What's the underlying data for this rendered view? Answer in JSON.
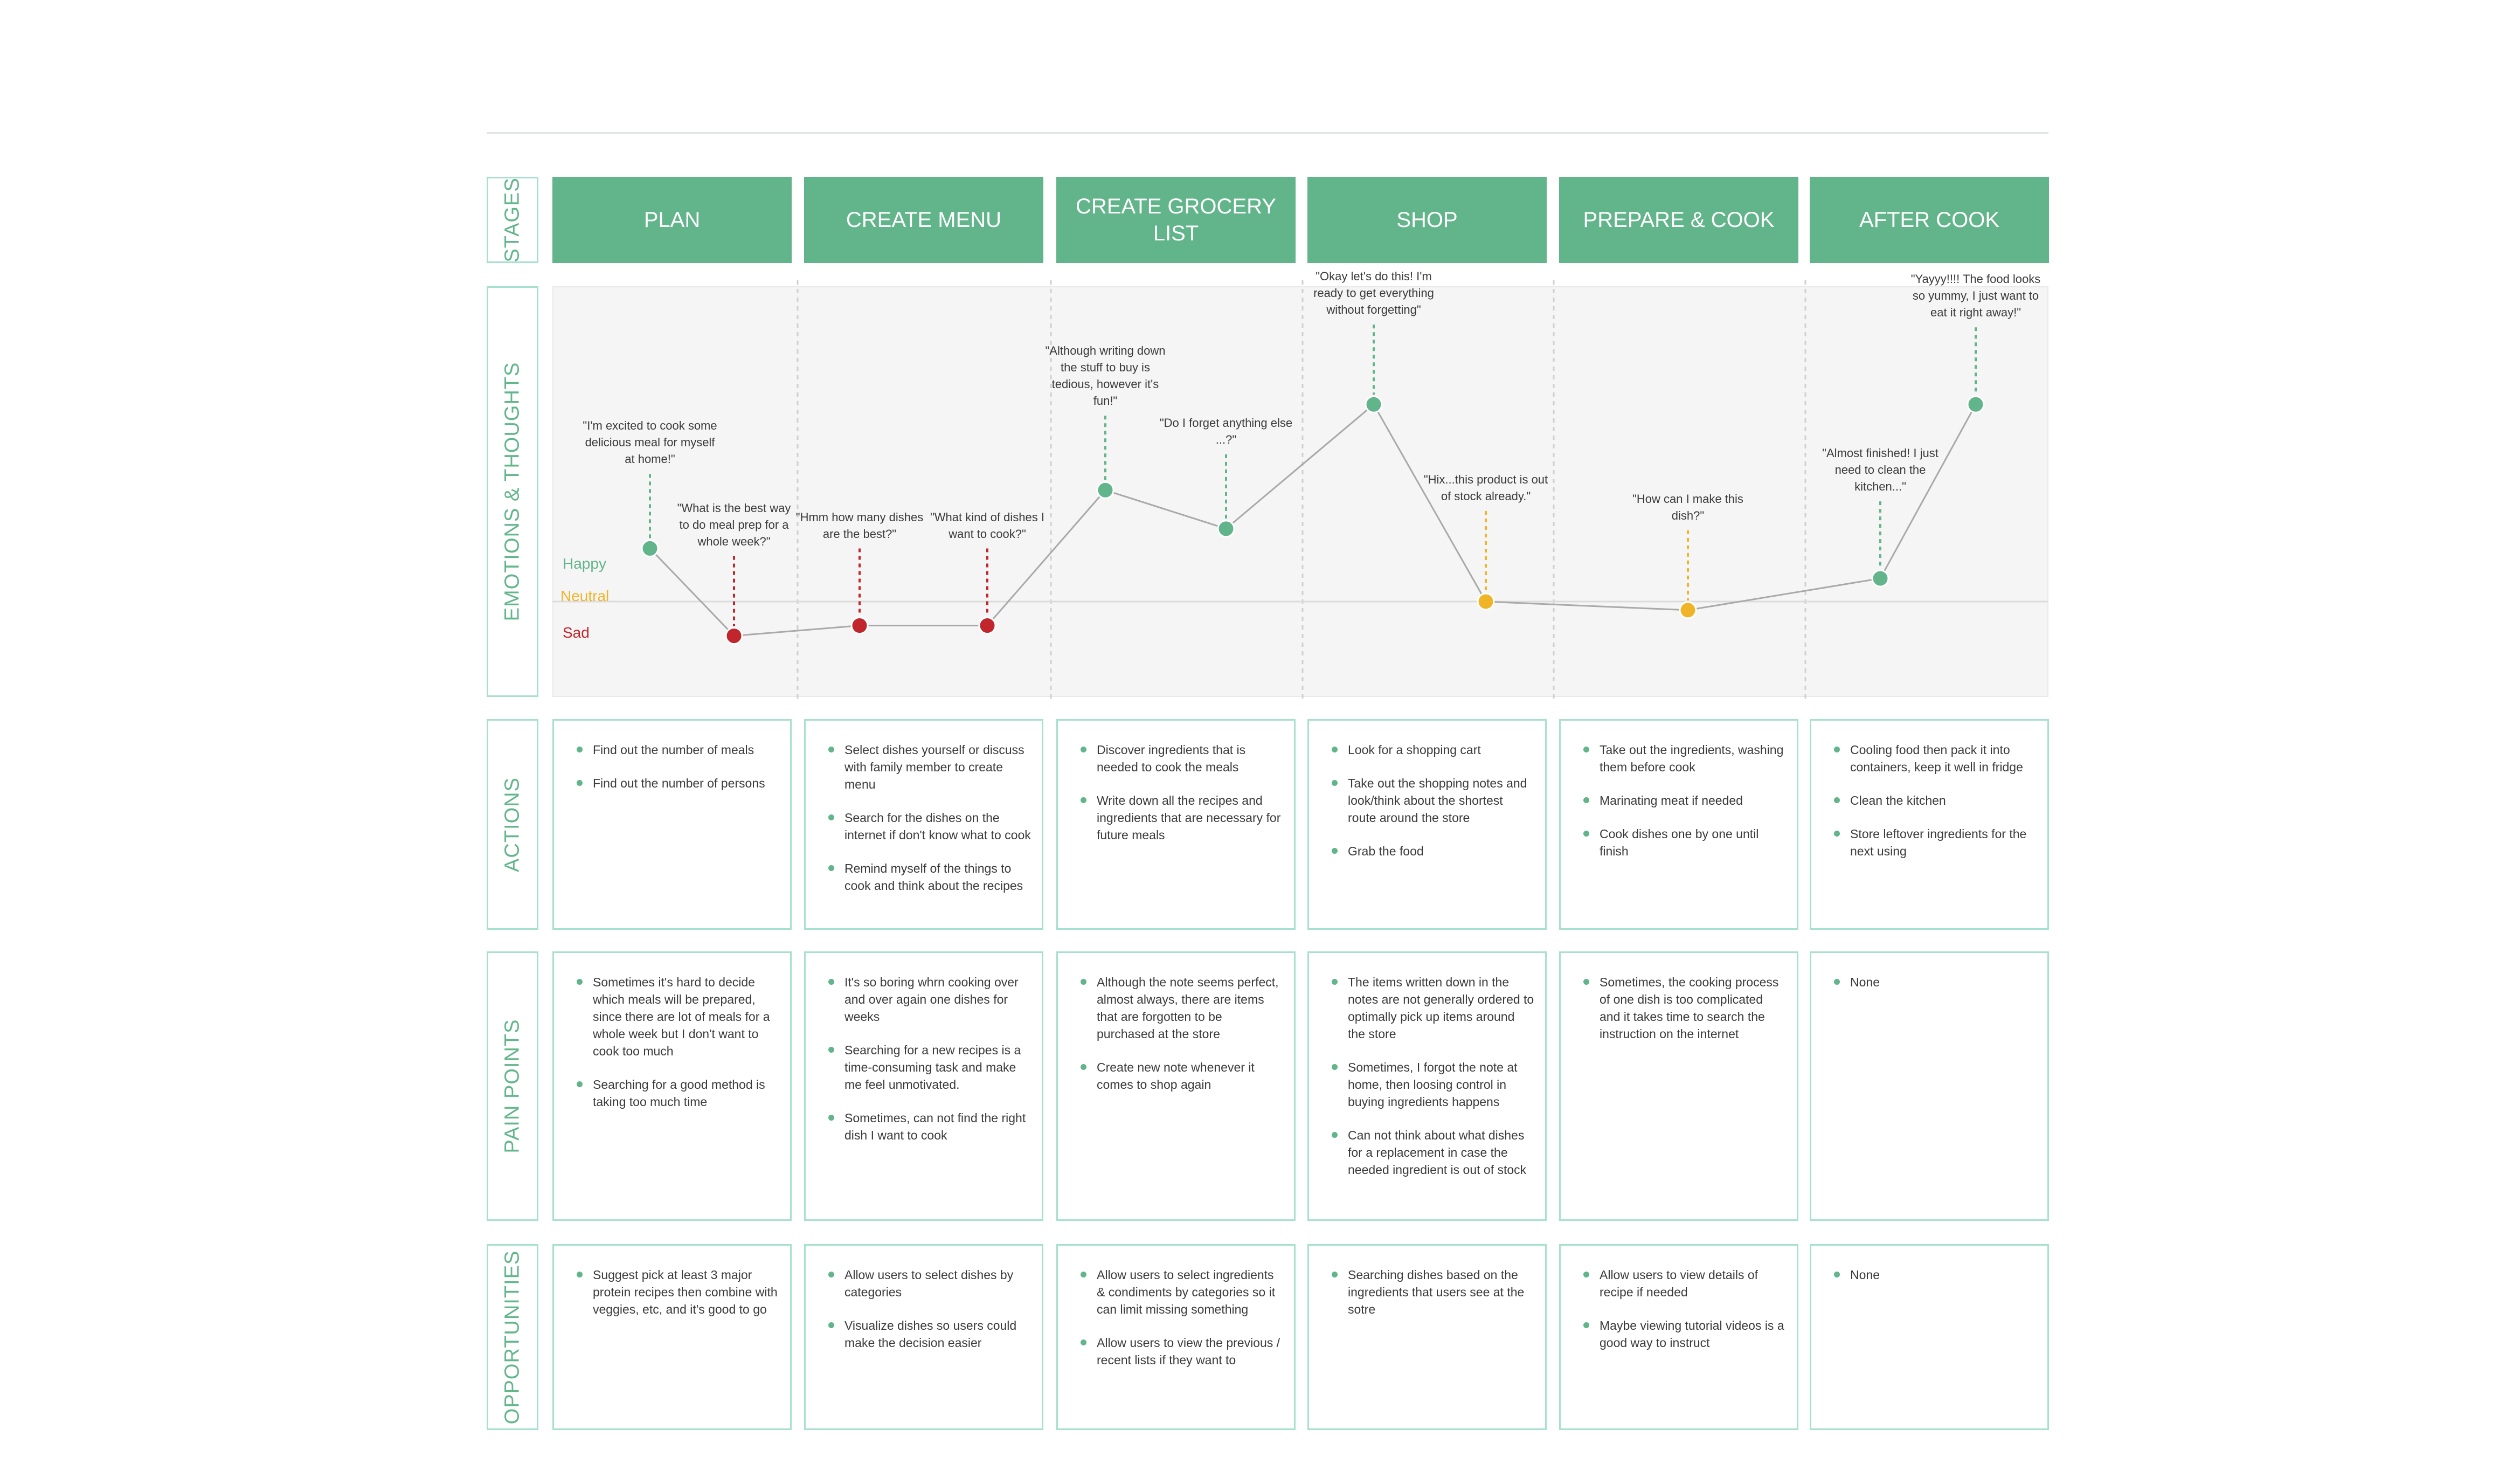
{
  "colors": {
    "accent": "#62b48a",
    "border": "#a8e0cf",
    "happy": "#62b48a",
    "neutral": "#f0b429",
    "sad": "#c0262c"
  },
  "row_labels": {
    "stages": "STAGES",
    "emotions": "EMOTIONS & THOUGHTS",
    "actions": "ACTIONS",
    "pain_points": "PAIN POINTS",
    "opportunities": "OPPORTUNITIES"
  },
  "stages": [
    "PLAN",
    "CREATE MENU",
    "CREATE GROCERY LIST",
    "SHOP",
    "PREPARE & COOK",
    "AFTER COOK"
  ],
  "legend": {
    "happy": "Happy",
    "neutral": "Neutral",
    "sad": "Sad"
  },
  "emotion_points": [
    {
      "stage": "PLAN",
      "emotion": "happy",
      "level": 0.62,
      "quote": "\"I'm excited to cook some delicious meal for myself at home!\""
    },
    {
      "stage": "PLAN",
      "emotion": "sad",
      "level": -0.4,
      "quote": "\"What is the best way to do meal prep for a whole week?\""
    },
    {
      "stage": "CREATE MENU",
      "emotion": "sad",
      "level": -0.28,
      "quote": "\"Hmm how many dishes are the best?\""
    },
    {
      "stage": "CREATE MENU",
      "emotion": "sad",
      "level": -0.28,
      "quote": "\"What kind of dishes I want to cook?\""
    },
    {
      "stage": "CREATE GROCERY LIST",
      "emotion": "happy",
      "level": 1.3,
      "quote": "\"Although writing down the stuff to buy is tedious, however it's fun!\""
    },
    {
      "stage": "CREATE GROCERY LIST",
      "emotion": "happy",
      "level": 0.85,
      "quote": "\"Do I forget anything else ...?\""
    },
    {
      "stage": "SHOP",
      "emotion": "happy",
      "level": 2.3,
      "quote": "\"Okay let's do this! I'm ready to get everything without forgetting\""
    },
    {
      "stage": "SHOP",
      "emotion": "neutral",
      "level": 0.0,
      "quote": "\"Hix...this product is out of stock already.\""
    },
    {
      "stage": "PREPARE & COOK",
      "emotion": "neutral",
      "level": -0.1,
      "quote": "\"How can I make this dish?\""
    },
    {
      "stage": "AFTER COOK",
      "emotion": "happy",
      "level": 0.27,
      "quote": "\"Almost finished! I just need to clean the kitchen...\""
    },
    {
      "stage": "AFTER COOK",
      "emotion": "happy",
      "level": 2.3,
      "quote": "\"Yayyy!!!! The food looks so yummy, I just want to eat it right away!\""
    }
  ],
  "actions": [
    [
      "Find out the number of meals",
      "Find out the number of persons"
    ],
    [
      "Select dishes yourself or discuss with family member to create menu",
      "Search for the dishes on the internet if don't know what to cook",
      "Remind myself of the things to cook and think about the recipes"
    ],
    [
      "Discover ingredients that is needed to cook the meals",
      "Write down all the recipes and ingredients that are necessary for future meals"
    ],
    [
      "Look for a shopping cart",
      "Take out the shopping notes and look/think about the shortest route around the store",
      "Grab the food"
    ],
    [
      "Take out the ingredients, washing them before cook",
      "Marinating meat if needed",
      "Cook dishes one by one until finish"
    ],
    [
      "Cooling food then pack it into containers, keep it well in fridge",
      "Clean the kitchen",
      "Store leftover ingredients for the next using"
    ]
  ],
  "pain_points": [
    [
      "Sometimes it's hard to decide which meals will be prepared, since there are lot of meals for a whole week but I don't want to cook too much",
      "Searching for a good method is taking too much time"
    ],
    [
      "It's so boring whrn cooking over and over again one dishes for weeks",
      "Searching for a new recipes is a time-consuming task and make me feel unmotivated.",
      "Sometimes, can not find the right dish I want to cook"
    ],
    [
      "Although the note seems perfect, almost always, there are items that are forgotten to be purchased at the store",
      "Create new note whenever it comes to shop again"
    ],
    [
      "The items written down in the notes are not generally ordered to optimally pick up items around the store",
      "Sometimes, I forgot the note at home, then loosing control in buying ingredients happens",
      "Can not think about what dishes for a replacement in case the needed ingredient is out of stock"
    ],
    [
      "Sometimes, the cooking process of one dish is too complicated and it takes time to search the instruction on the internet"
    ],
    [
      "None"
    ]
  ],
  "opportunities": [
    [
      "Suggest pick at least 3 major protein recipes then combine with veggies, etc, and it's good to go"
    ],
    [
      "Allow users to select dishes by categories",
      "Visualize dishes so users could make the decision easier"
    ],
    [
      "Allow users to select ingredients & condiments by categories so it can limit missing something",
      "Allow users to view the previous / recent lists if they want to"
    ],
    [
      "Searching dishes based on the ingredients that users see at the sotre"
    ],
    [
      "Allow users to view details of recipe if needed",
      "Maybe viewing tutorial videos is a good way to instruct"
    ],
    [
      "None"
    ]
  ]
}
